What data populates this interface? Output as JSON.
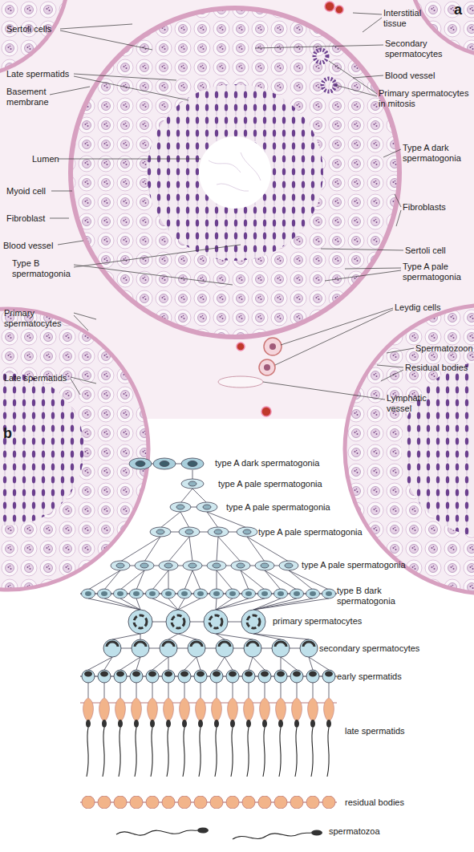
{
  "diagram": {
    "labels": [
      "a",
      "Sertoli cells",
      "Late spermatids",
      "Basement membrane",
      "Lumen",
      "Myoid cell",
      "Fibroblast",
      "Blood vessel",
      "Type B spermatogonia",
      "Primary spermatocytes",
      "Late spermatids",
      "Interstitial tissue",
      "Secondary spermatocytes",
      "Blood vessel",
      "Primary spermatocytes in mitosis",
      "Type A dark spermatogonia",
      "Fibroblasts",
      "Sertoli cell",
      "Type A pale spermatogonia",
      "Leydig cells",
      "Spermatozoon",
      "Residual bodies",
      "Lymphatic vessel",
      "b",
      "type A dark spermatogonia",
      "type A pale spermatogonia",
      "type A pale spermatogonia",
      "type A pale spermatogonia",
      "type A pale spermatogonia",
      "type B dark spermatogonia",
      "primary spermatocytes",
      "secondary spermatocytes",
      "early spermatids",
      "late spermatids",
      "residual bodies",
      "spermatozoa"
    ]
  }
}
